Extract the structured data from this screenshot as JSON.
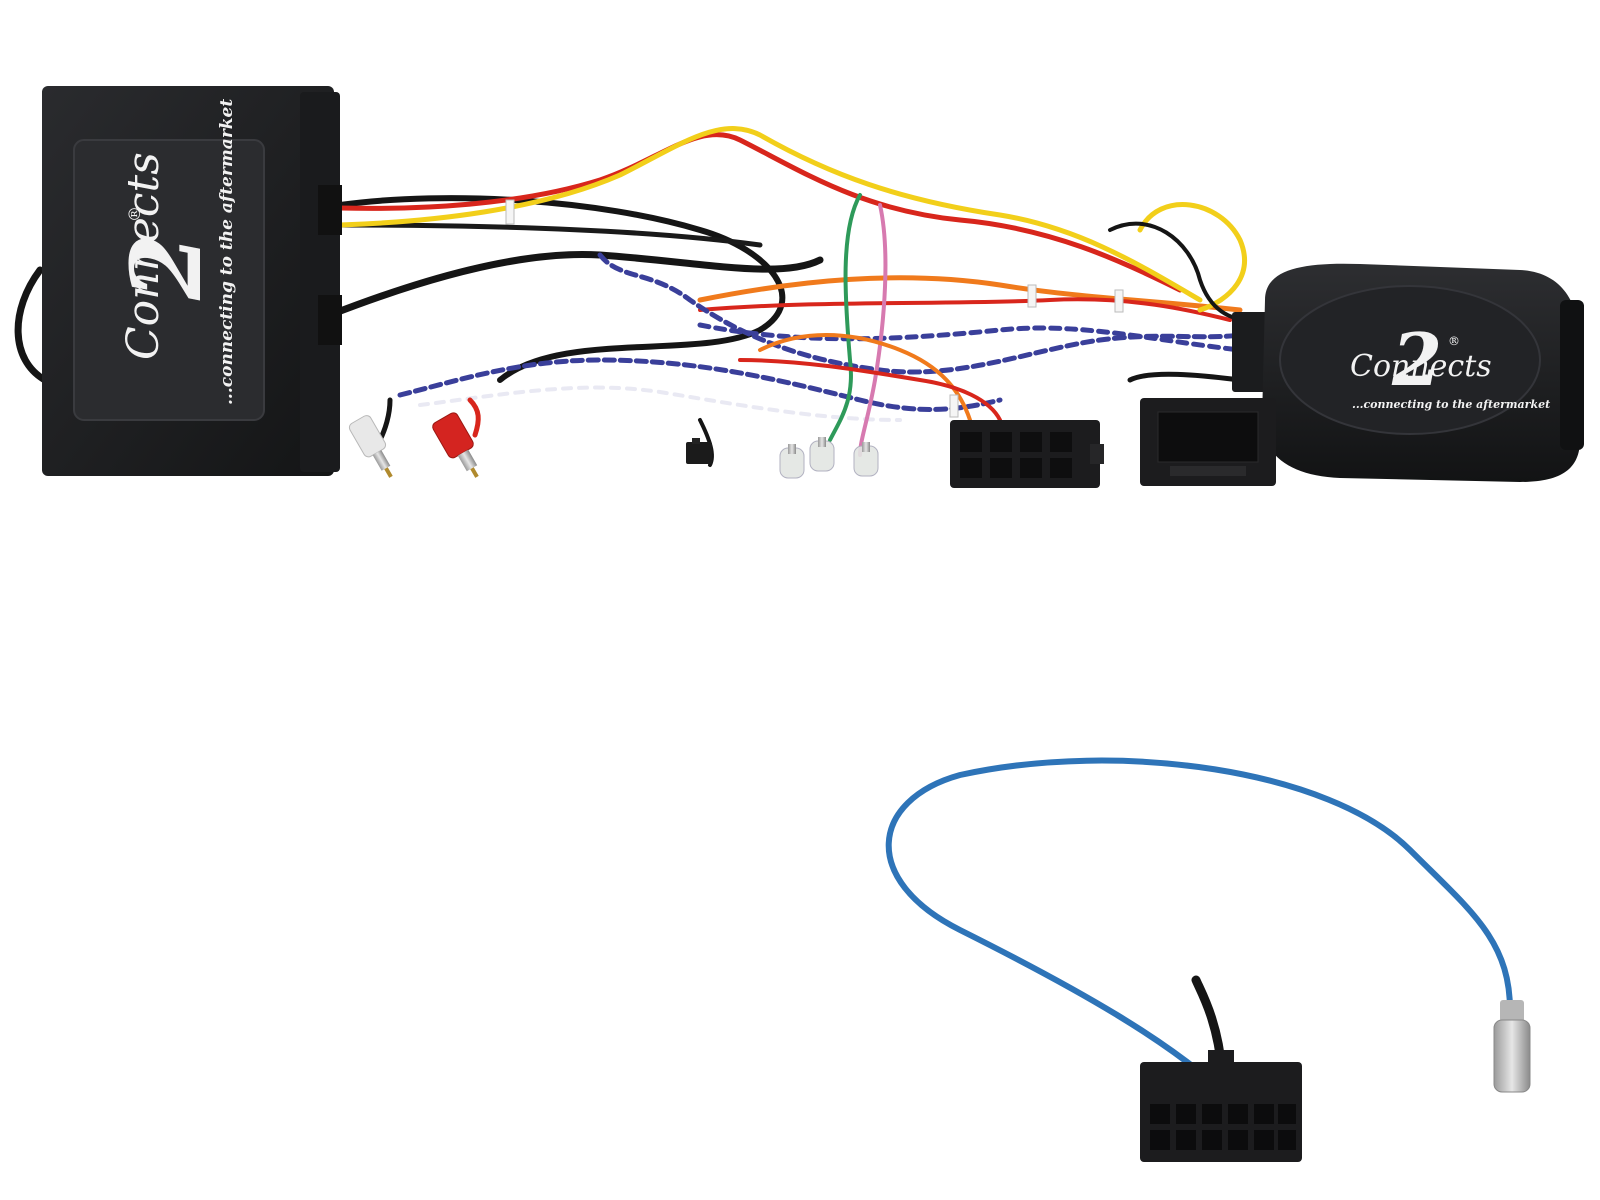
{
  "product": {
    "left_module": {
      "brand": "Connects",
      "logo_numeral": "2",
      "registered_mark": "®",
      "tagline": "...connecting to the aftermarket"
    },
    "right_module": {
      "brand": "Connects",
      "logo_numeral": "2",
      "registered_mark": "®",
      "tagline": "...connecting to the aftermarket"
    }
  },
  "colors": {
    "background": "#ffffff",
    "module_body": "#1e1f21",
    "module_label": "#2b2c2f",
    "wire_red": "#d8261c",
    "wire_yellow": "#f2cf1a",
    "wire_orange": "#f07a1c",
    "wire_black": "#151515",
    "wire_blue_white": "#3a3f9a",
    "wire_green": "#2e9a5a",
    "wire_pink": "#d77ab0",
    "antenna_cable": "#2e74b8",
    "rca_red": "#d42420",
    "rca_white": "#e8e8e8"
  }
}
